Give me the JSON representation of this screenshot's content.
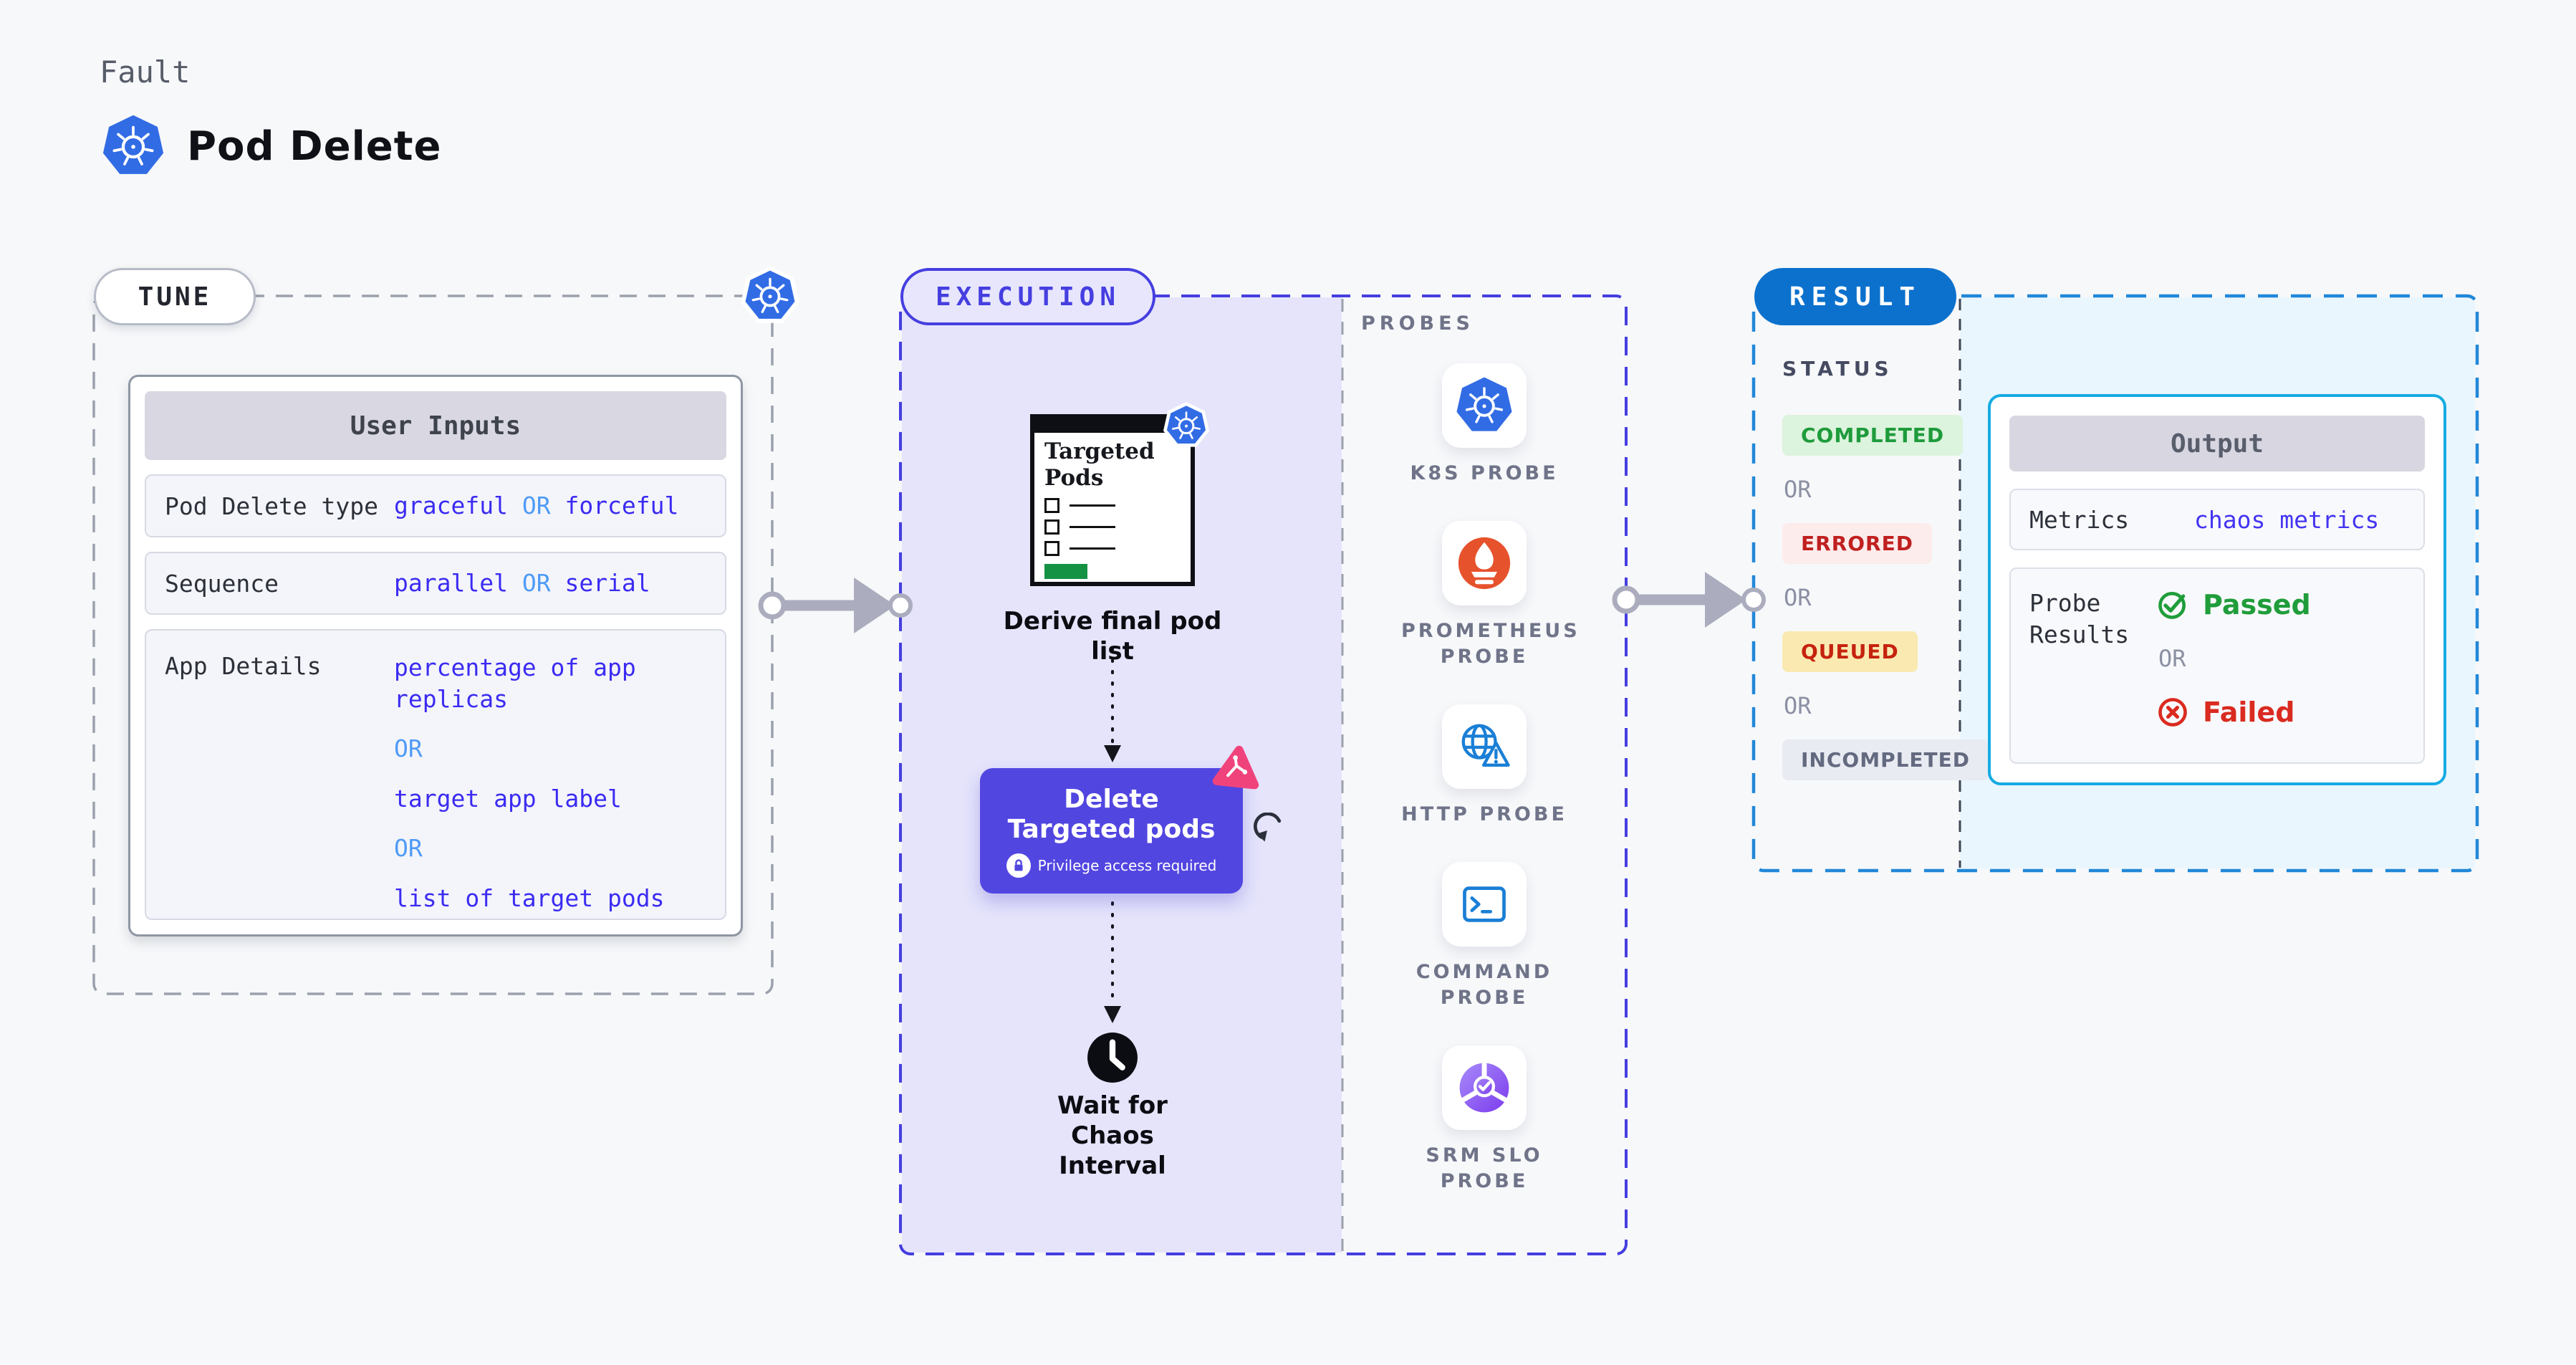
{
  "header": {
    "kicker": "Fault",
    "title": "Pod Delete"
  },
  "tune": {
    "label": "TUNE",
    "or": "OR",
    "panel": {
      "title": "User Inputs",
      "rows": [
        {
          "label": "Pod Delete type",
          "value_a": "graceful",
          "value_b": "forceful"
        },
        {
          "label": "Sequence",
          "value_a": "parallel",
          "value_b": "serial"
        },
        {
          "label": "App Details",
          "options": [
            "percentage of app replicas",
            "target app label",
            "list of target pods"
          ]
        }
      ]
    }
  },
  "execution": {
    "label": "EXECUTION",
    "derive_card_title": "Targeted Pods",
    "derive_caption": "Derive final pod list",
    "button": {
      "title": "Delete Targeted pods",
      "note": "Privilege access required"
    },
    "wait_caption": "Wait for Chaos Interval",
    "probes": {
      "title": "PROBES",
      "items": [
        {
          "label": "K8S PROBE",
          "icon": "kubernetes"
        },
        {
          "label": "PROMETHEUS PROBE",
          "icon": "prometheus"
        },
        {
          "label": "HTTP PROBE",
          "icon": "globe-warning"
        },
        {
          "label": "COMMAND PROBE",
          "icon": "terminal"
        },
        {
          "label": "SRM SLO PROBE",
          "icon": "slo-donut-check"
        }
      ]
    }
  },
  "result": {
    "label": "RESULT",
    "or": "OR",
    "status": {
      "title": "STATUS",
      "items": [
        {
          "label": "COMPLETED",
          "fg": "#1e9b3b",
          "bg": "#dcf3dd"
        },
        {
          "label": "ERRORED",
          "fg": "#c02020",
          "bg": "#fdecec"
        },
        {
          "label": "QUEUED",
          "fg": "#c5230e",
          "bg": "#faeab2"
        },
        {
          "label": "INCOMPLETED",
          "fg": "#636a80",
          "bg": "#e9ebf2"
        }
      ]
    },
    "output": {
      "title": "Output",
      "metrics_label": "Metrics",
      "metrics_value": "chaos metrics",
      "probe_results_label": "Probe Results",
      "passed": "Passed",
      "failed": "Failed"
    }
  },
  "colors": {
    "k8s_blue": "#326ce5",
    "button_indigo": "#5246e1",
    "exec_dash": "#453ee0",
    "exec_fill": "#e5e4fb",
    "tune_dash": "#9ba1ac",
    "result_pill": "#0b71cd",
    "result_dash": "#2187d8",
    "result_fill": "#e9f6fd",
    "output_border": "#16abe3",
    "value_indigo": "#3b2bf2",
    "or_blue": "#4f9bf6",
    "or_gray": "#8b90a3",
    "passed_green": "#1f9d3a",
    "failed_red": "#da2b20",
    "prometheus_orange": "#e6522c",
    "chaos_pink": "#f0437c",
    "arrow_gray": "#abadbe",
    "green_bar": "#169245"
  }
}
